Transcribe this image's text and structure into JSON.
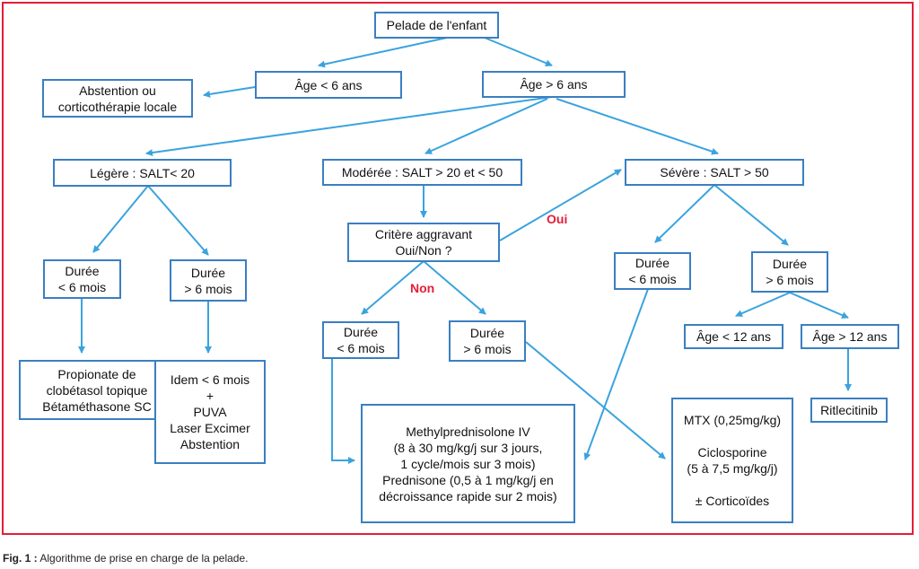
{
  "colors": {
    "frame": "#e31e38",
    "box_border": "#3a7fc1",
    "arrow": "#3aa3de",
    "label": "#e31e38"
  },
  "nodes": {
    "root": "Pelade de l'enfant",
    "age_lt6": "Âge < 6 ans",
    "abstention": "Abstention ou\ncorticothérapie locale",
    "age_gt6": "Âge > 6 ans",
    "legere": "Légère : SALT< 20",
    "moderee": "Modérée : SALT > 20 et <  50",
    "severe": "Sévère : SALT > 50",
    "critere": "Critère aggravant\nOui/Non ?",
    "leg_lt6": "Durée\n< 6 mois",
    "leg_gt6": "Durée\n> 6 mois",
    "mod_lt6": "Durée\n< 6 mois",
    "mod_gt6": "Durée\n> 6 mois",
    "sev_lt6": "Durée\n< 6 mois",
    "sev_gt6": "Durée\n> 6 mois",
    "age_lt12": "Âge < 12 ans",
    "age_gt12": "Âge > 12 ans",
    "propionate": "Propionate de\nclobétasol topique\nBétaméthasone SC",
    "idem": "Idem < 6 mois\n+\nPUVA\nLaser Excimer\nAbstention",
    "methyl": "Methylprednisolone IV\n(8 à 30 mg/kg/j sur 3 jours,\n1 cycle/mois sur 3 mois)\nPrednisone (0,5 à 1 mg/kg/j en\ndécroissance rapide sur 2 mois)",
    "mtx": "MTX (0,25mg/kg)\n\nCiclosporine\n(5 à 7,5 mg/kg/j)\n\n± Corticoïdes",
    "ritlecitinib": "Ritlecitinib"
  },
  "labels": {
    "oui": "Oui",
    "non": "Non"
  },
  "caption": {
    "prefix": "Fig. 1 :",
    "text": " Algorithme de prise en charge de la pelade."
  }
}
